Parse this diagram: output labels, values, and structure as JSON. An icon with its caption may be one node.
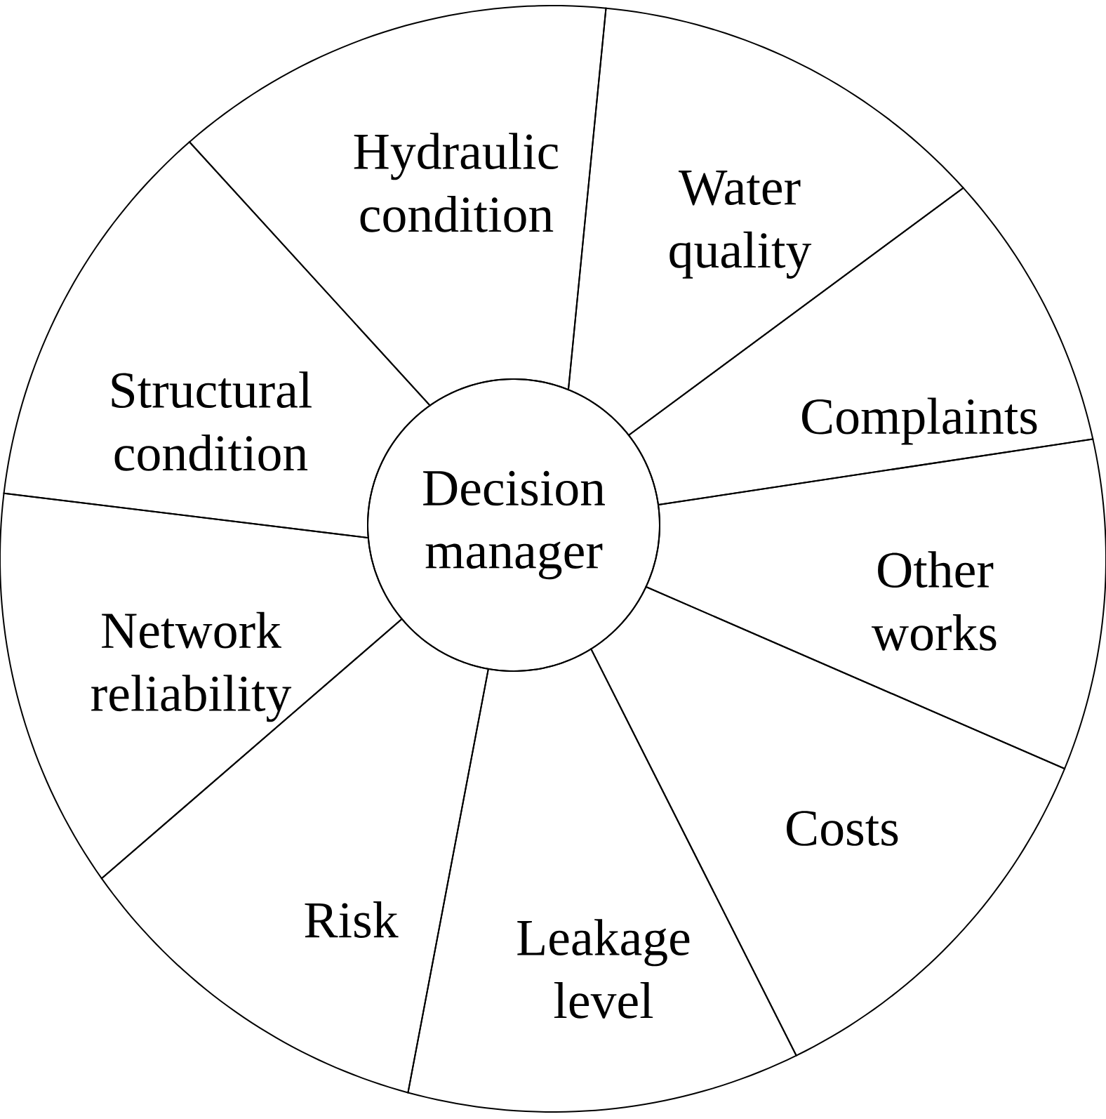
{
  "diagram": {
    "nodes": [
      {
        "text": [
          "Decision manager"
        ]
      },
      {
        "text": [
          "Hydraulic condition"
        ]
      },
      {
        "text": [
          "Water quality"
        ]
      },
      {
        "text": [
          "Complaints"
        ]
      },
      {
        "text": [
          "Other works"
        ]
      },
      {
        "text": [
          "Costs"
        ]
      },
      {
        "text": [
          "Leakage level"
        ]
      },
      {
        "text": [
          "Risk"
        ]
      },
      {
        "text": [
          "Network reliability"
        ]
      },
      {
        "text": [
          "Structural condition"
        ]
      }
    ]
  }
}
